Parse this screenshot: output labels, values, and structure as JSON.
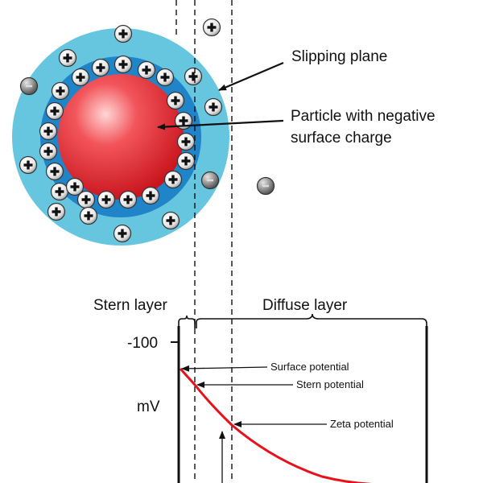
{
  "labels": {
    "slipping_plane": "Slipping plane",
    "particle_line1": "Particle with negative",
    "particle_line2": "surface charge",
    "stern_layer": "Stern layer",
    "diffuse_layer": "Diffuse layer",
    "axis_value": "-100",
    "axis_unit": "mV",
    "surface_potential": "Surface potential",
    "stern_potential": "Stern potential",
    "zeta_potential": "Zeta potential"
  },
  "colors": {
    "outer_layer": "#66c6e0",
    "stern_layer": "#1f84c8",
    "particle": "#e8303a",
    "potential_curve": "#e8101a",
    "ion_positive": "#ffffff",
    "ion_negative": "#8a8a8a"
  },
  "ions": {
    "positive_symbol": "+",
    "negative_symbol": "-"
  }
}
